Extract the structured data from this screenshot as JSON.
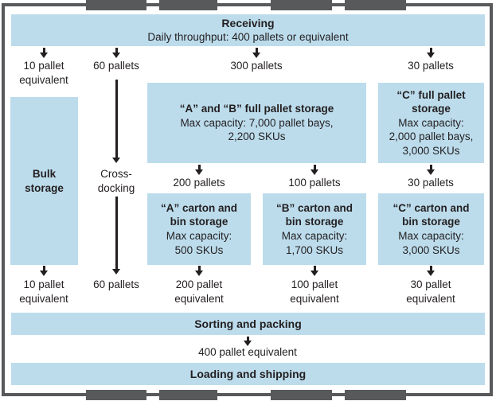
{
  "colors": {
    "box-fill": "#bcdcec",
    "wall": "#58595b",
    "ink": "#231f20"
  },
  "receiving": {
    "title": "Receiving",
    "subtitle": "Daily throughput: 400 pallets or equivalent"
  },
  "inflows": {
    "bulk": "10 pallet\nequivalent",
    "crossdock": "60 pallets",
    "full_pallet": "300 pallets",
    "c_full": "30 pallets"
  },
  "storage": {
    "bulk": "Bulk\nstorage",
    "crossdock": "Cross-\ndocking",
    "ab_full": {
      "title": "“A” and “B” full pallet storage",
      "detail": "Max capacity: 7,000 pallet bays,\n2,200 SKUs"
    },
    "c_full": {
      "title": "“C” full pallet\nstorage",
      "detail": "Max capacity:\n2,000 pallet bays,\n3,000 SKUs"
    },
    "a_carton": {
      "title": "“A” carton and\nbin storage",
      "detail": "Max capacity:\n500 SKUs"
    },
    "b_carton": {
      "title": "“B” carton and\nbin storage",
      "detail": "Max capacity:\n1,700 SKUs"
    },
    "c_carton": {
      "title": "“C” carton and\nbin storage",
      "detail": "Max capacity:\n3,000 SKUs"
    }
  },
  "midflows": {
    "a": "200 pallets",
    "b": "100 pallets",
    "c": "30 pallets"
  },
  "outflows": {
    "bulk": "10 pallet\nequivalent",
    "crossdock": "60 pallets",
    "a": "200 pallet\nequivalent",
    "b": "100 pallet\nequivalent",
    "c": "30 pallet\nequivalent"
  },
  "sorting": {
    "title": "Sorting and packing"
  },
  "final_flow": "400 pallet equivalent",
  "loading": {
    "title": "Loading and shipping"
  }
}
